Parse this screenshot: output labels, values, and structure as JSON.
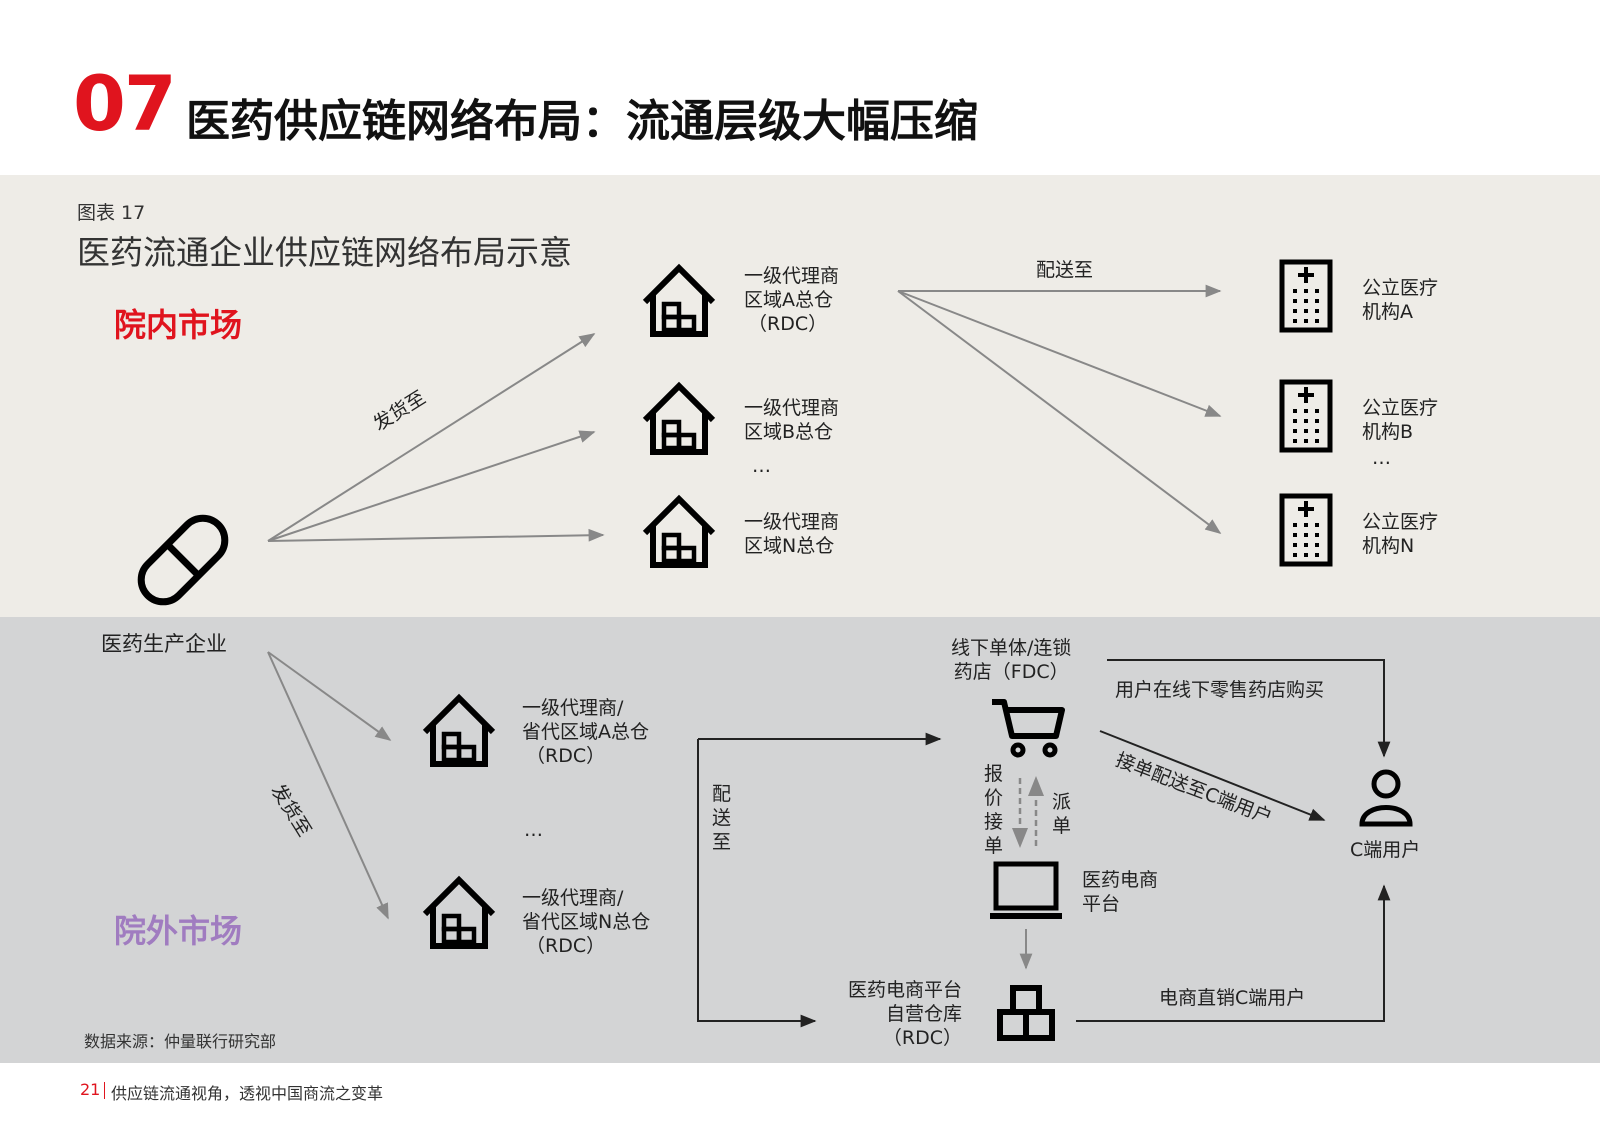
{
  "header": {
    "number": "07",
    "title": "医药供应链网络布局：流通层级大幅压缩"
  },
  "figure": {
    "label": "图表 17",
    "title": "医药流通企业供应链网络布局示意"
  },
  "markets": {
    "in_hospital": "院内市场",
    "out_hospital": "院外市场"
  },
  "manufacturer": {
    "label": "医药生产企业"
  },
  "arrows": {
    "ship_to": "发货至",
    "deliver_to": "配送至",
    "deliver_to_vertical": [
      "配",
      "送",
      "至"
    ]
  },
  "top": {
    "rdc_a": [
      "一级代理商",
      "区域A总仓",
      "（RDC）"
    ],
    "rdc_b": [
      "一级代理商",
      "区域B总仓"
    ],
    "rdc_n": [
      "一级代理商",
      "区域N总仓"
    ],
    "ellipsis": "…",
    "hospital_a": [
      "公立医疗",
      "机构A"
    ],
    "hospital_b": [
      "公立医疗",
      "机构B"
    ],
    "hospital_n": [
      "公立医疗",
      "机构N"
    ]
  },
  "bottom": {
    "rdc_a": [
      "一级代理商/",
      "省代区域A总仓",
      "（RDC）"
    ],
    "rdc_n": [
      "一级代理商/",
      "省代区域N总仓",
      "（RDC）"
    ],
    "ellipsis": "…",
    "pharmacy": [
      "线下单体/连锁",
      "药店（FDC）"
    ],
    "buy_offline": "用户在线下零售药店购买",
    "quote_accept": [
      "报",
      "价",
      "接",
      "单"
    ],
    "dispatch": [
      "派",
      "单"
    ],
    "accept_deliver": "接单配送至C端用户",
    "ecommerce": [
      "医药电商",
      "平台"
    ],
    "warehouse": [
      "医药电商平台",
      "自营仓库",
      "（RDC）"
    ],
    "direct_sell": "电商直销C端用户",
    "consumer": "C端用户"
  },
  "source": "数据来源：仲量联行研究部",
  "footer": {
    "page": "21",
    "text": "供应链流通视角，透视中国商流之变革"
  },
  "colors": {
    "accent_red": "#e0141e",
    "accent_purple": "#a07cc0",
    "arrow_gray": "#888888"
  },
  "icons": [
    "warehouse-icon",
    "hospital-icon",
    "pill-icon",
    "cart-icon",
    "laptop-icon",
    "boxes-icon",
    "user-icon"
  ]
}
